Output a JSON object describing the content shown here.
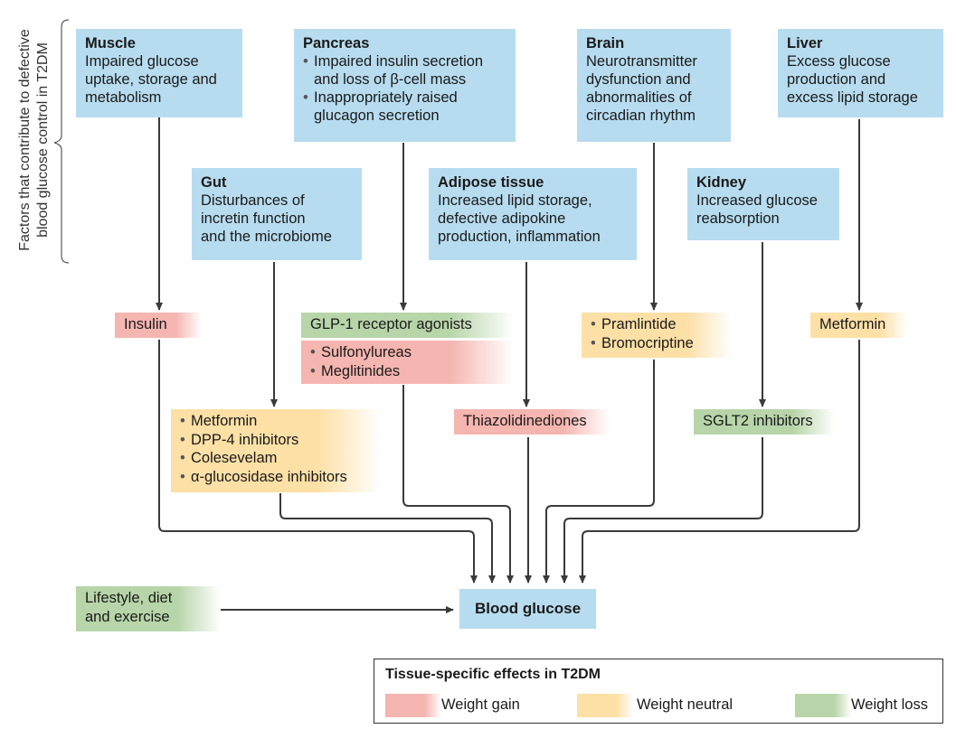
{
  "side_label": [
    "Factors that contribute to defective",
    "blood glucose control in T2DM"
  ],
  "organs": {
    "muscle": {
      "title": "Muscle",
      "lines": [
        "Impaired glucose",
        "uptake, storage and",
        "metabolism"
      ]
    },
    "pancreas": {
      "title": "Pancreas",
      "bullets": [
        [
          "Impaired insulin secretion",
          "and loss of β-cell mass"
        ],
        [
          "Inappropriately raised",
          "glucagon secretion"
        ]
      ]
    },
    "brain": {
      "title": "Brain",
      "lines": [
        "Neurotransmitter",
        "dysfunction and",
        "abnormalities of",
        "circadian rhythm"
      ]
    },
    "liver": {
      "title": "Liver",
      "lines": [
        "Excess glucose",
        "production and",
        "excess lipid storage"
      ]
    },
    "gut": {
      "title": "Gut",
      "lines": [
        "Disturbances of",
        "incretin function",
        "and the microbiome"
      ]
    },
    "adipose": {
      "title": "Adipose tissue",
      "lines": [
        "Increased lipid storage,",
        "defective adipokine",
        "production, inflammation"
      ]
    },
    "kidney": {
      "title": "Kidney",
      "lines": [
        "Increased glucose",
        "reabsorption"
      ]
    }
  },
  "drugs": {
    "insulin": "Insulin",
    "glp1": "GLP-1 receptor agonists",
    "sulfonylureas": "Sulfonylureas",
    "meglitinides": "Meglitinides",
    "pramlintide": "Pramlintide",
    "bromocriptine": "Bromocriptine",
    "metformin_liver": "Metformin",
    "gut_list": [
      "Metformin",
      "DPP-4 inhibitors",
      "Colesevelam",
      "α-glucosidase inhibitors"
    ],
    "thiazolidinediones": "Thiazolidinediones",
    "sglt2": "SGLT2 inhibitors"
  },
  "lifestyle": [
    "Lifestyle, diet",
    "and exercise"
  ],
  "blood_glucose": "Blood glucose",
  "legend": {
    "title": "Tissue-specific effects in T2DM",
    "weight_gain": "Weight gain",
    "weight_neutral": "Weight neutral",
    "weight_loss": "Weight loss"
  },
  "colors": {
    "organ_box": "#b7dcef",
    "weight_gain": "#f5b5b0",
    "weight_neutral": "#fde0a6",
    "weight_loss": "#b7d5a8",
    "arrow": "#3a3a3a"
  }
}
